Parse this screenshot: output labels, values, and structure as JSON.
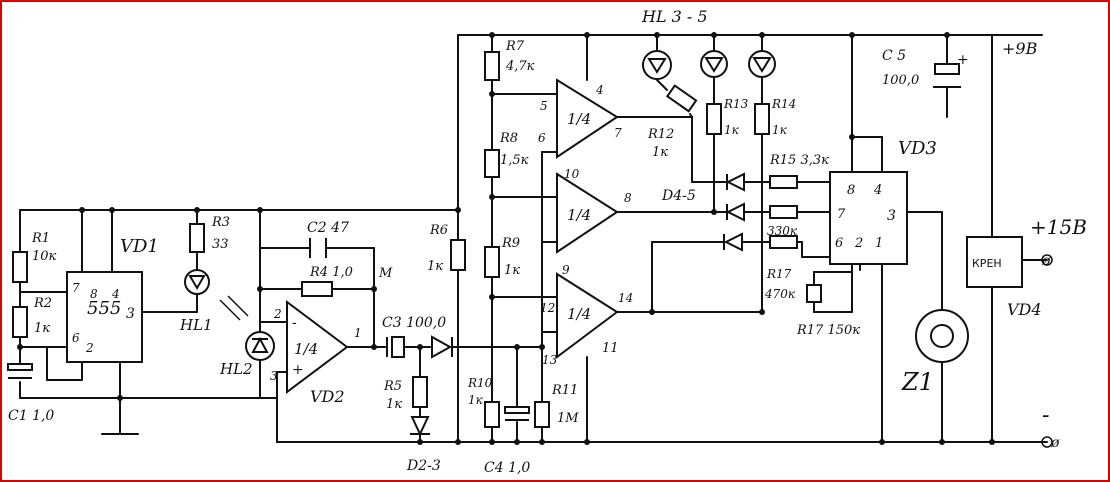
{
  "diagram": {
    "border_color": "#e00000",
    "ink_color": "#111111",
    "labels": {
      "hl35": "HL 3 - 5",
      "plus9": "+9В",
      "c5_name": "C 5",
      "c5_val": "100,0",
      "r7_name": "R7",
      "r7_val": "4,7к",
      "r8_name": "R8",
      "r8_val": "1,5к",
      "r9_name": "R9",
      "r9_val": "1к",
      "r6_name": "R6",
      "r6_val": "1к",
      "r10_name": "R10",
      "r10_val": "1к",
      "r11_name": "R11",
      "r11_val": "1М",
      "r12_name": "R12",
      "r12_val": "1к",
      "r13_name": "R13",
      "r13_val": "1к",
      "r14_name": "R14",
      "r14_val": "1к",
      "r15": "R15 3,3к",
      "r16_val": "330к",
      "r17_name": "R17",
      "r17_val": "470к",
      "r17b": "R17 150к",
      "d45": "D4-5",
      "vd3": "VD3",
      "vd1": "VD1",
      "vd2": "VD2",
      "vd4": "VD4",
      "r1_name": "R1",
      "r1_val": "10к",
      "r2_name": "R2",
      "r2_val": "1к",
      "r3_name": "R3",
      "r3_val": "33",
      "c1": "C1 1,0",
      "hl1": "HL1",
      "hl2": "HL2",
      "c2": "C2 47",
      "r4": "R4 1,0",
      "m_label": "М",
      "c3": "C3 100,0",
      "r5_name": "R5",
      "r5_val": "1к",
      "d23": "D2-3",
      "c4": "C4 1,0",
      "z1": "Z1",
      "plus15": "+15В",
      "minus": "-",
      "kren": "КРЕН",
      "chip555": "555",
      "quarter": "1/4",
      "gnd_sym": "ø",
      "pin_1": "1",
      "pin_2": "2",
      "pin_3": "3",
      "pin_4": "4",
      "pin_5": "5",
      "pin_6": "6",
      "pin_7": "7",
      "pin_8": "8",
      "pin_9": "9",
      "pin_10": "10",
      "pin_11": "11",
      "pin_12": "12",
      "pin_13": "13",
      "pin_14": "14",
      "minus_sign": "-",
      "plus_sign": "+"
    }
  }
}
